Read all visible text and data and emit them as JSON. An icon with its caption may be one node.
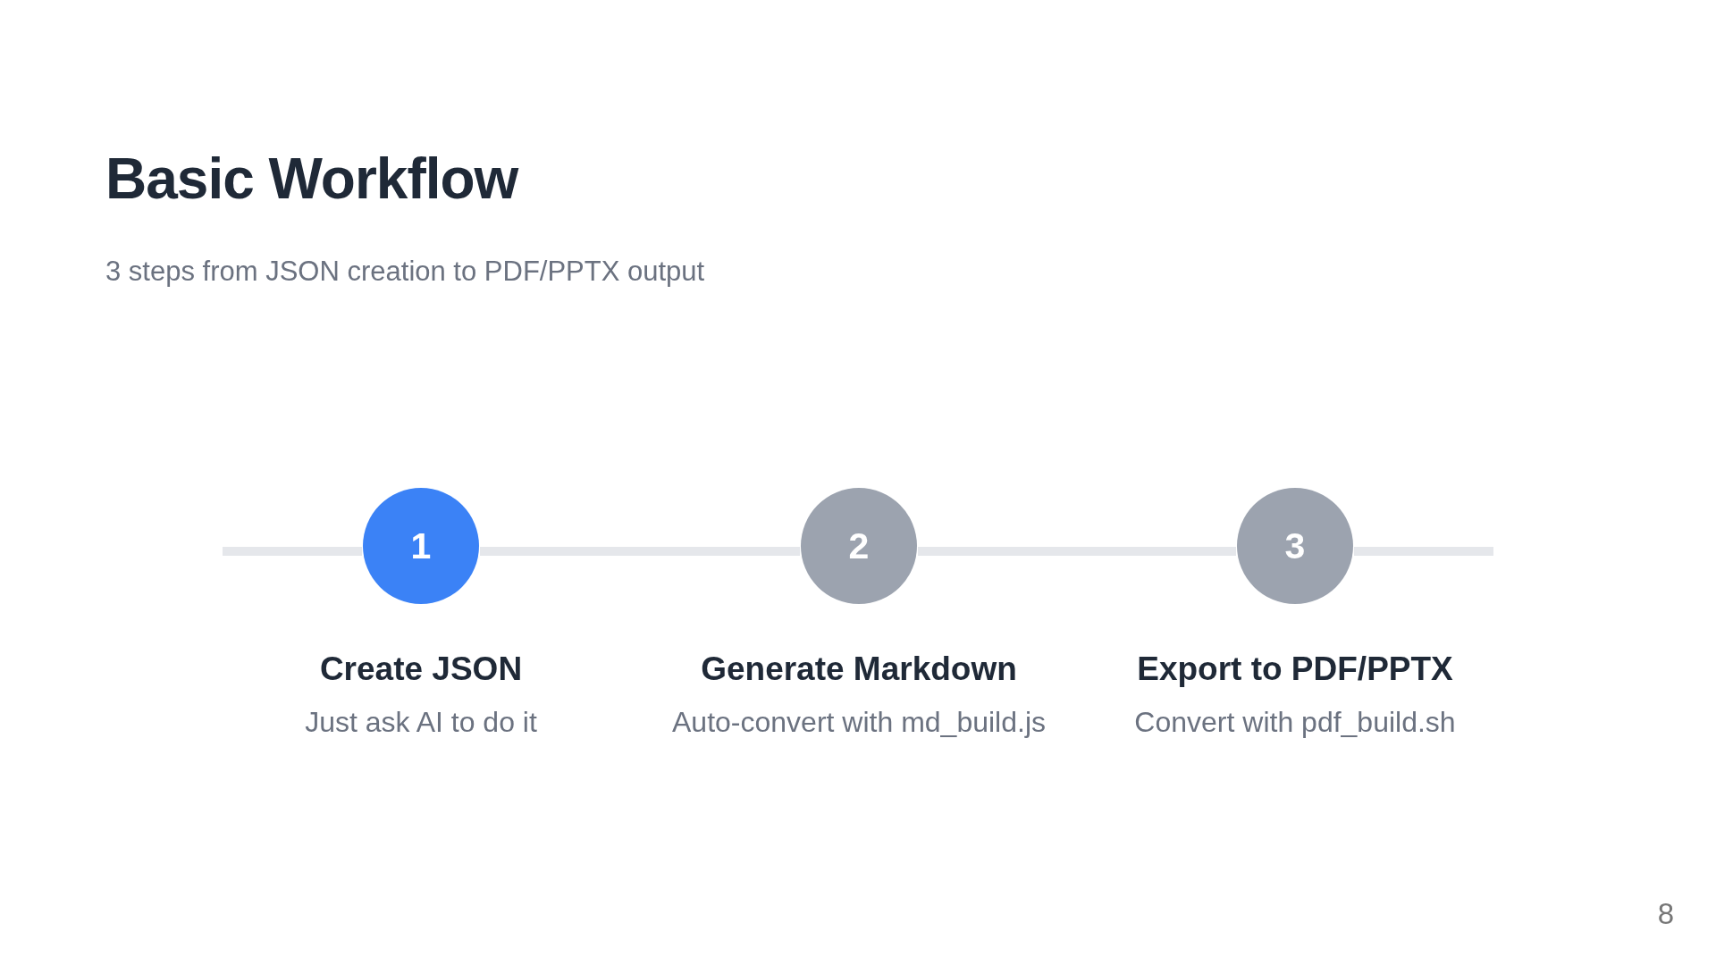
{
  "diagram": {
    "title": "Basic Workflow",
    "nodes": [
      {
        "text": [
          "1"
        ],
        "beside": [
          "Create JSON",
          "Just ask AI to do it"
        ]
      },
      {
        "text": [
          "2"
        ],
        "beside": [
          "Generate Markdown",
          "Auto-convert with md_build.js"
        ]
      },
      {
        "text": [
          "3"
        ],
        "beside": [
          "Export to PDF/PPTX",
          "Convert with pdf_build.sh"
        ]
      }
    ],
    "edges": [
      {
        "from": null,
        "to": 0,
        "arrow": "none"
      },
      {
        "from": 0,
        "to": 1,
        "arrow": "none"
      },
      {
        "from": 1,
        "to": 2,
        "arrow": "none"
      },
      {
        "from": 2,
        "to": null,
        "arrow": "none"
      }
    ],
    "labels": [
      "3 steps from JSON creation to PDF/PPTX output",
      "8"
    ]
  }
}
